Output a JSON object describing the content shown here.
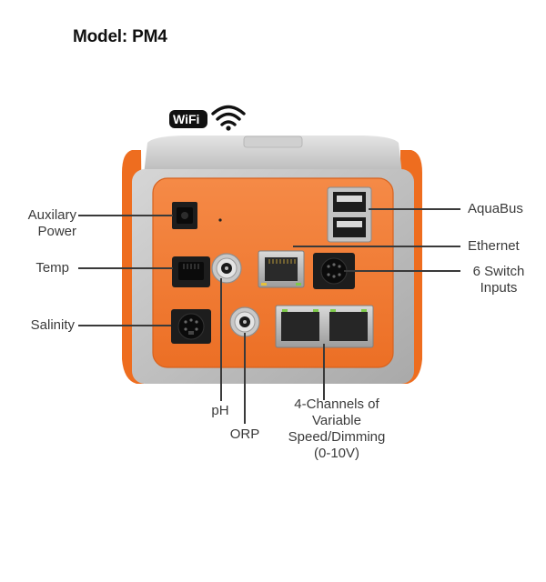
{
  "title": "Model: PM4",
  "wifi_badge": "WiFi",
  "labels": {
    "auxiliary_power": [
      "Auxilary",
      "Power"
    ],
    "temp": "Temp",
    "salinity": "Salinity",
    "aquabus": "AquaBus",
    "ethernet": "Ethernet",
    "switch_inputs": [
      "6 Switch",
      "Inputs"
    ],
    "ph": "pH",
    "orp": "ORP",
    "channels": [
      "4-Channels of",
      "Variable",
      "Speed/Dimming",
      "(0-10V)"
    ]
  },
  "colors": {
    "housing": "#c9c9c9",
    "panel": "#f2803c",
    "accent_orange": "#ee6d1f",
    "port_dark": "#1d1d1d",
    "leader_line": "#3a3a3a"
  },
  "icons": [
    "wifi-logo-icon",
    "wifi-signal-icon"
  ]
}
